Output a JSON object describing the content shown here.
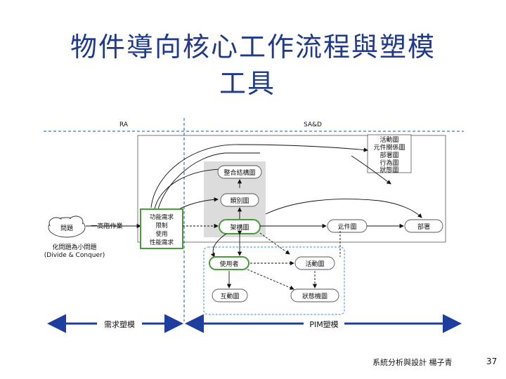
{
  "title_line1": "物件導向核心工作流程與塑模",
  "title_line2": "工具",
  "diagram": {
    "phase_ra": "RA",
    "phase_sa": "SA&D",
    "cloud_label": "問題",
    "cloud_arrow_label": "一高階作業",
    "divide_line1": "化問題為小問題",
    "divide_line2": "(Divide & Conquer)",
    "green_box_lines": [
      "功能需求",
      "限制",
      "使用",
      "性能需求"
    ],
    "top_right_lines": [
      "活動圖",
      "元件關係圖",
      "部署圖",
      "行為圖",
      "狀態圖"
    ],
    "node_sequence": "整合結構圖",
    "node_class": "類別圖",
    "node_main": "架構圖",
    "node_component": "元件圖",
    "node_deploy": "部署",
    "node_usecase": "使用者",
    "node_activity": "活動圖",
    "node_collab": "互動圖",
    "node_state": "狀態機圖",
    "bottom_left": "需求塑模",
    "bottom_right": "PIM塑模"
  },
  "footer_text": "系統分析與設計 楊子青",
  "page_number": "37",
  "colors": {
    "title": "#1f3a8a",
    "green": "#4a9a3a",
    "dashed_blue": "#5b8fc7",
    "arrow": "#1d3e9e"
  }
}
